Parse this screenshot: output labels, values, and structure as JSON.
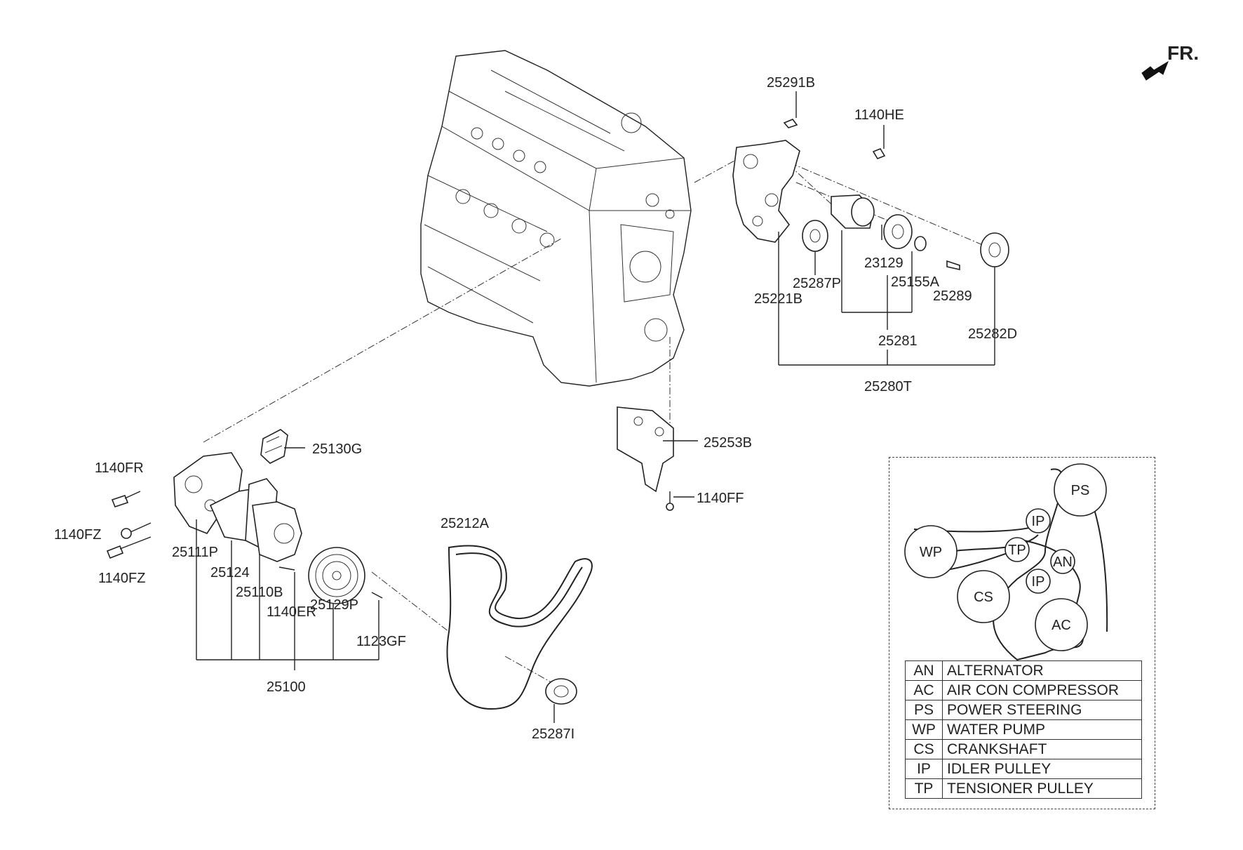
{
  "direction_label": "FR.",
  "part_numbers": {
    "p25291B": "25291B",
    "p1140HE": "1140HE",
    "p23129": "23129",
    "p25287P": "25287P",
    "p25155A": "25155A",
    "p25221B": "25221B",
    "p25289": "25289",
    "p25281": "25281",
    "p25282D": "25282D",
    "p25280T": "25280T",
    "p25130G": "25130G",
    "p25253B": "25253B",
    "p1140FR": "1140FR",
    "p1140FF": "1140FF",
    "p25212A": "25212A",
    "p1140FZa": "1140FZ",
    "p1140FZb": "1140FZ",
    "p25111P": "25111P",
    "p25124": "25124",
    "p25110B": "25110B",
    "p1140ER": "1140ER",
    "p25129P": "25129P",
    "p1123GF": "1123GF",
    "p25100": "25100",
    "p25287I": "25287I"
  },
  "belt_routing": {
    "pulleys": [
      "PS",
      "IP",
      "WP",
      "TP",
      "AN",
      "IP",
      "CS",
      "AC"
    ]
  },
  "legend": [
    {
      "abbr": "AN",
      "name": "ALTERNATOR"
    },
    {
      "abbr": "AC",
      "name": "AIR CON COMPRESSOR"
    },
    {
      "abbr": "PS",
      "name": "POWER STEERING"
    },
    {
      "abbr": "WP",
      "name": "WATER PUMP"
    },
    {
      "abbr": "CS",
      "name": "CRANKSHAFT"
    },
    {
      "abbr": "IP",
      "name": "IDLER PULLEY"
    },
    {
      "abbr": "TP",
      "name": "TENSIONER PULLEY"
    }
  ]
}
